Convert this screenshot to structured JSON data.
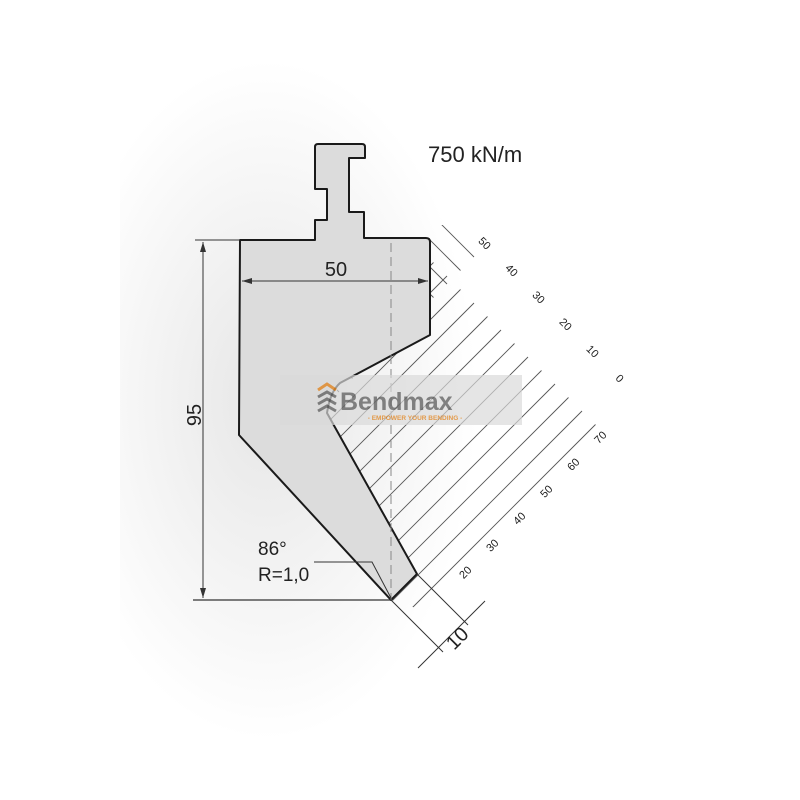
{
  "drawing": {
    "capacity": "750 kN/m",
    "width_dim": "50",
    "height_dim": "95",
    "angle": "86°",
    "radius": "R=1,0",
    "tip_dim": "10",
    "scale_top_labels": [
      "50",
      "40",
      "30",
      "20",
      "10",
      "0"
    ],
    "scale_bottom_labels": [
      "70",
      "60",
      "50",
      "40",
      "30",
      "20"
    ]
  },
  "watermark": {
    "brand": "Bendmax",
    "tagline": "- EMPOWER YOUR BENDING -",
    "brand_color": "#6b6b6b",
    "accent_color": "#e08a2c"
  },
  "colors": {
    "punch_fill": "#dcdcdc",
    "outline": "#1a1a1a",
    "grid": "#555555"
  }
}
